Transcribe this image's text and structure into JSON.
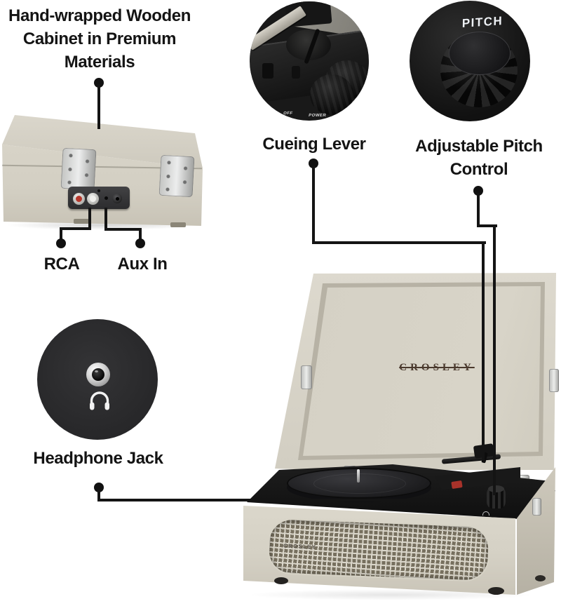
{
  "annotations": {
    "cabinet": {
      "label": "Hand-wrapped Wooden\nCabinet in Premium\nMaterials"
    },
    "cueing": {
      "label": "Cueing Lever"
    },
    "pitch": {
      "label": "Adjustable Pitch\nControl"
    },
    "rca": {
      "label": "RCA"
    },
    "aux": {
      "label": "Aux In"
    },
    "headphone": {
      "label": "Headphone Jack"
    }
  },
  "insets": {
    "pitch_marking": "PITCH",
    "cueing_marking_off": "OFF",
    "cueing_marking_power": "POWER"
  },
  "product": {
    "lid_logo": "CROSLEY",
    "grille_badge": "CROSLEY"
  },
  "colors": {
    "background": "#ffffff",
    "annotation_ink": "#141414",
    "cabinet_cream": "#d6d2c6",
    "deck_black": "#161616",
    "inset_dark": "#1c1c1c",
    "rca_red": "#b5372c",
    "rca_white": "#f0efec",
    "logo_brown": "#4a392d"
  }
}
